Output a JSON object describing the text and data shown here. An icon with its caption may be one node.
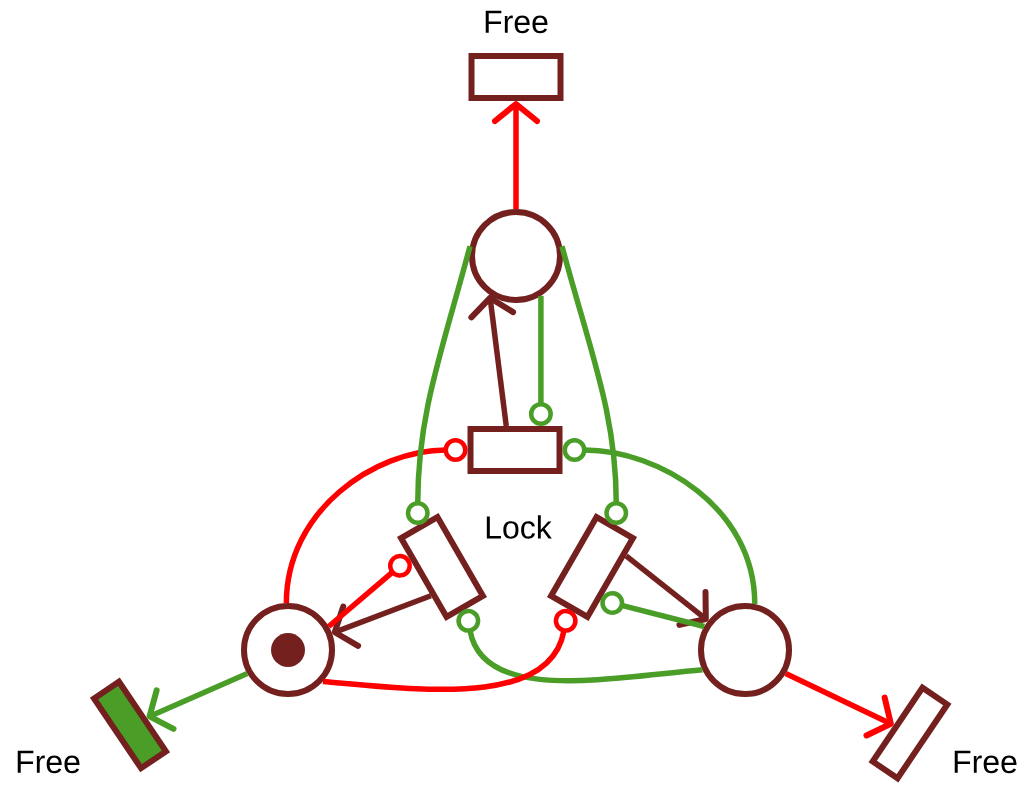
{
  "diagram": {
    "nodes": [
      {
        "text": [],
        "shape": "box",
        "beside": [
          "Free"
        ]
      },
      {
        "text": [],
        "shape": "circle"
      },
      {
        "text": [],
        "shape": "box"
      },
      {
        "text": [],
        "shape": "box"
      },
      {
        "text": [],
        "shape": "box"
      },
      {
        "text": [],
        "shape": "circle"
      },
      {
        "text": [],
        "shape": "circle"
      },
      {
        "text": [],
        "shape": "box",
        "beside": [
          "Free"
        ]
      },
      {
        "text": [],
        "shape": "box",
        "beside": [
          "Free"
        ]
      }
    ],
    "edges": [
      {
        "from": 1,
        "to": 0,
        "arrow": "to",
        "color": "#ff0000"
      },
      {
        "from": 2,
        "to": 1,
        "arrow": "to",
        "color": "#73201f"
      },
      {
        "from": 1,
        "to": 2,
        "arrow": "other"
      },
      {
        "from": 5,
        "to": 2,
        "arrow": "other",
        "color": "#ff0000"
      },
      {
        "from": 6,
        "to": 2,
        "arrow": "other"
      },
      {
        "from": 1,
        "to": 3,
        "arrow": "other"
      },
      {
        "from": 1,
        "to": 4,
        "arrow": "other"
      },
      {
        "from": 3,
        "to": 5,
        "arrow": "to",
        "color": "#73201f"
      },
      {
        "from": 5,
        "to": 3,
        "arrow": "other",
        "color": "#ff0000"
      },
      {
        "from": 4,
        "to": 6,
        "arrow": "to",
        "color": "#73201f"
      },
      {
        "from": 6,
        "to": 4,
        "arrow": "other"
      },
      {
        "from": 6,
        "to": 3,
        "arrow": "other"
      },
      {
        "from": 5,
        "to": 4,
        "arrow": "other",
        "color": "#ff0000"
      },
      {
        "from": 5,
        "to": 7,
        "arrow": "to"
      },
      {
        "from": 6,
        "to": 8,
        "arrow": "to",
        "color": "#ff0000"
      }
    ],
    "labels": [
      "Lock"
    ]
  }
}
